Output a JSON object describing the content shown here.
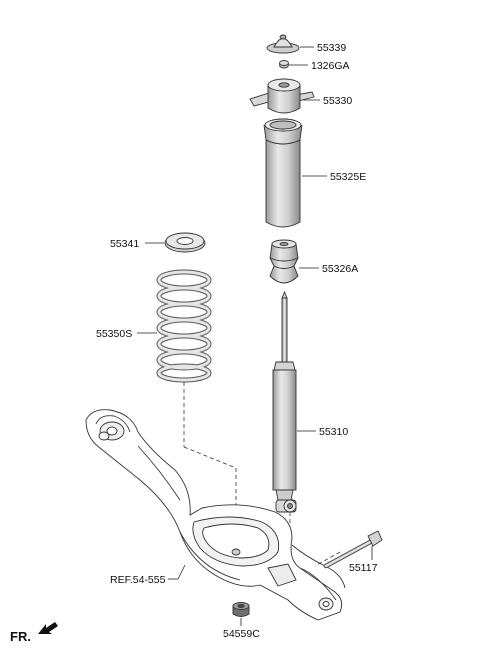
{
  "labels": {
    "bump_cap": "55339",
    "nut": "1326GA",
    "upper_mount": "55330",
    "dust_cover": "55325E",
    "bump_stopper": "55326A",
    "spring_pad": "55341",
    "coil_spring": "55350S",
    "shock_absorber": "55310",
    "bolt": "55117",
    "reference": "REF.54-555",
    "bushing_nut": "54559C",
    "front_marker": "FR."
  },
  "colors": {
    "part_fill": "#e6e6e6",
    "part_shade": "#bdbdbd",
    "line": "#222222"
  }
}
